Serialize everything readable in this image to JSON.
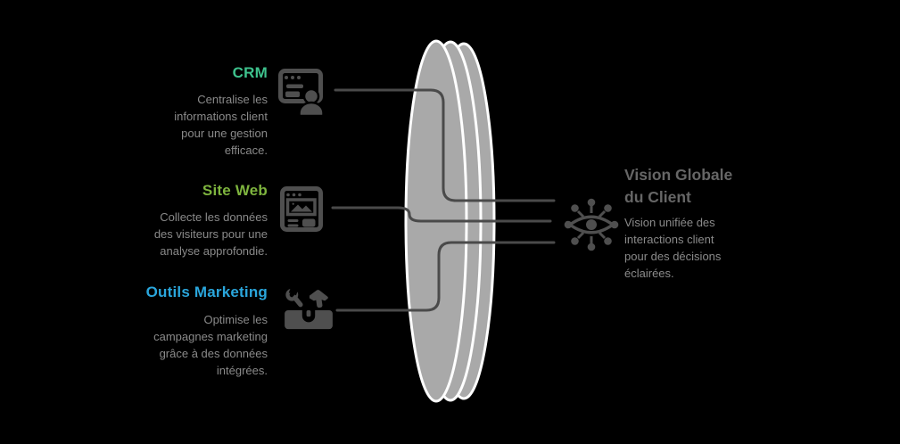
{
  "colors": {
    "background": "#000000",
    "line": "#4a4a4a",
    "lens_fill": "#a9a9a9",
    "lens_stroke": "#ffffff",
    "icon": "#4f4f4f",
    "body_text": "#8a8a8a",
    "output_title": "#666666"
  },
  "sources": [
    {
      "label": "CRM",
      "color": "#3ec28d",
      "icon": "crm-window-user-icon",
      "description": "Centralise les\ninformations client\npour une gestion\nefficace."
    },
    {
      "label": "Site Web",
      "color": "#7eb43e",
      "icon": "browser-image-icon",
      "description": "Collecte les données\ndes visiteurs pour une\nanalyse approfondie."
    },
    {
      "label": "Outils Marketing",
      "color": "#2aa6dc",
      "icon": "toolbox-icon",
      "description": "Optimise les\ncampagnes marketing\ngrâce à des données\nintégrées."
    }
  ],
  "output": {
    "title": "Vision Globale\ndu Client",
    "icon": "network-eye-icon",
    "description": "Vision unifiée des\ninteractions client\npour des décisions\néclairées."
  }
}
